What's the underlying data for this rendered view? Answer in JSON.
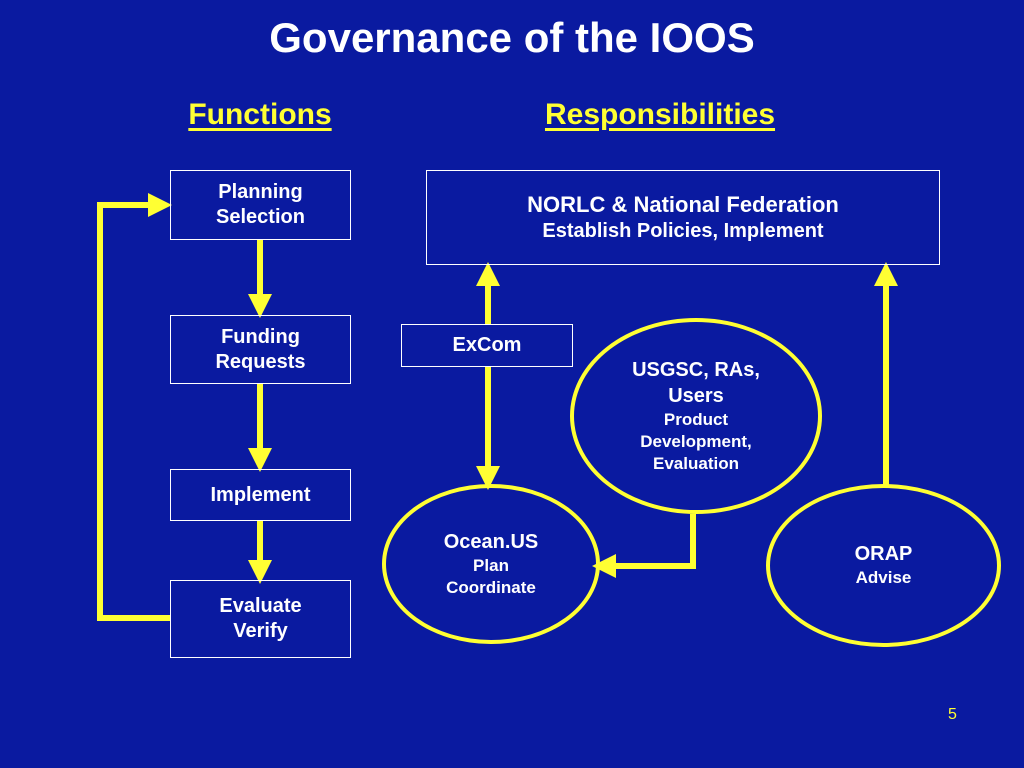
{
  "slide": {
    "title": "Governance of the IOOS",
    "page_number": "5"
  },
  "functions": {
    "heading": "Functions",
    "steps": [
      {
        "line1": "Planning",
        "line2": "Selection"
      },
      {
        "line1": "Funding",
        "line2": "Requests"
      },
      {
        "line1": "Implement"
      },
      {
        "line1": "Evaluate",
        "line2": "Verify"
      }
    ]
  },
  "responsibilities": {
    "heading": "Responsibilities",
    "norlc": {
      "title": "NORLC & National Federation",
      "role": "Establish Policies, Implement"
    },
    "excom": {
      "title": "ExCom"
    },
    "usgsc": {
      "title_line1": "USGSC, RAs,",
      "title_line2": "Users",
      "role_line1": "Product",
      "role_line2": "Development,",
      "role_line3": "Evaluation"
    },
    "ocean_us": {
      "title": "Ocean.US",
      "role_line1": "Plan",
      "role_line2": "Coordinate"
    },
    "orap": {
      "title": "ORAP",
      "role": "Advise"
    }
  },
  "colors": {
    "background": "#0a1aa0",
    "accent": "#ffff33",
    "text": "#ffffff"
  }
}
